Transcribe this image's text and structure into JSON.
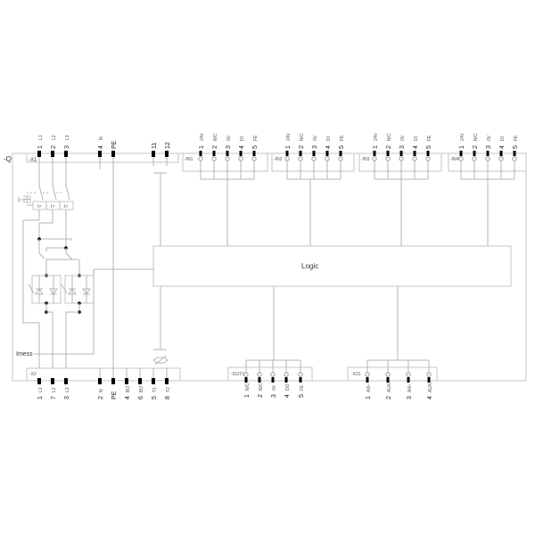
{
  "device_label": "-Q",
  "logic_label": "Logic",
  "imess_label": "Imess",
  "top_terminals": {
    "x1": {
      "label": "-X1",
      "pins": [
        {
          "num": "1",
          "name": "L1"
        },
        {
          "num": "2",
          "name": "L2"
        },
        {
          "num": "3",
          "name": "L3"
        },
        {
          "num": "4",
          "name": "N"
        },
        {
          "num": "PE",
          "name": ""
        },
        {
          "num": "11",
          "name": ""
        },
        {
          "num": "12",
          "name": ""
        }
      ]
    },
    "in1": {
      "label": "-IN1",
      "pins": [
        {
          "num": "1",
          "name": "24V"
        },
        {
          "num": "2",
          "name": "N/C"
        },
        {
          "num": "3",
          "name": "0V"
        },
        {
          "num": "4",
          "name": "DI"
        },
        {
          "num": "5",
          "name": "FE"
        }
      ]
    },
    "in2": {
      "label": "-IN2",
      "pins": [
        {
          "num": "1",
          "name": "24V"
        },
        {
          "num": "2",
          "name": "N/C"
        },
        {
          "num": "3",
          "name": "0V"
        },
        {
          "num": "4",
          "name": "DI"
        },
        {
          "num": "5",
          "name": "FE"
        }
      ]
    },
    "in3": {
      "label": "-IN3",
      "pins": [
        {
          "num": "1",
          "name": "24V"
        },
        {
          "num": "2",
          "name": "N/C"
        },
        {
          "num": "3",
          "name": "0V"
        },
        {
          "num": "4",
          "name": "DI"
        },
        {
          "num": "5",
          "name": "FE"
        }
      ]
    },
    "in4": {
      "label": "-IN4",
      "pins": [
        {
          "num": "1",
          "name": "24V"
        },
        {
          "num": "2",
          "name": "N/C"
        },
        {
          "num": "3",
          "name": "0V"
        },
        {
          "num": "4",
          "name": "DI"
        },
        {
          "num": "5",
          "name": "FE"
        }
      ]
    }
  },
  "bottom_terminals": {
    "x2": {
      "label": "-X2",
      "pins": [
        {
          "num": "1",
          "name": "L1"
        },
        {
          "num": "7",
          "name": "L2"
        },
        {
          "num": "3",
          "name": "L3"
        },
        {
          "num": "2",
          "name": "N"
        },
        {
          "num": "PE",
          "name": ""
        },
        {
          "num": "4",
          "name": "BO"
        },
        {
          "num": "6",
          "name": "BO"
        },
        {
          "num": "5",
          "name": "T1"
        },
        {
          "num": "8",
          "name": "T2"
        }
      ]
    },
    "out1": {
      "label": "-OUT1",
      "pins": [
        {
          "num": "1",
          "name": "N/C"
        },
        {
          "num": "2",
          "name": "N/C"
        },
        {
          "num": "3",
          "name": "0V"
        },
        {
          "num": "4",
          "name": "DO"
        },
        {
          "num": "5",
          "name": "FE"
        }
      ]
    },
    "x31": {
      "label": "-X31",
      "pins": [
        {
          "num": "1",
          "name": "AI0-"
        },
        {
          "num": "2",
          "name": "AUX-"
        },
        {
          "num": "3",
          "name": "AI0-"
        },
        {
          "num": "4",
          "name": "AUX-"
        }
      ]
    }
  },
  "breaker_trip_labels": [
    "I>",
    "I>",
    "I>"
  ],
  "colors": {
    "line": "#b4b4b4",
    "terminal": "#000000",
    "text": "#333333"
  }
}
